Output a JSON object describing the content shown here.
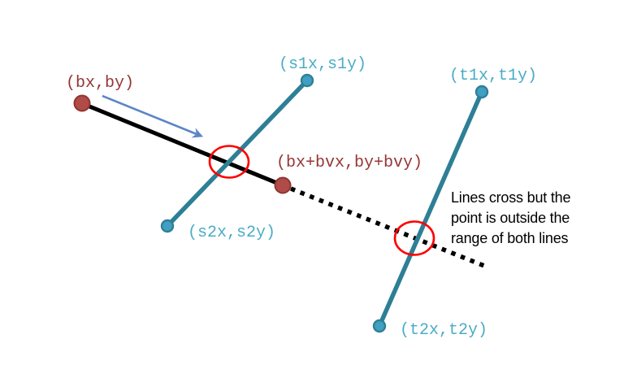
{
  "diagram": {
    "background_color": "#FFFFFF",
    "point_labels": {
      "b_start": "(bx,by)",
      "b_end": "(bx+bvx,by+bvy)",
      "s1": "(s1x,s1y)",
      "s2": "(s2x,s2y)",
      "t1": "(t1x,t1y)",
      "t2": "(t2x,t2y)"
    },
    "annotation": {
      "line1": "Lines cross but the",
      "line2": "point is outside the",
      "line3": "range of both lines"
    },
    "colors": {
      "segment_black": "#000000",
      "teal_line": "#2E7F96",
      "teal_endpoint_fill": "#3FA0C1",
      "teal_label": "#4BACC6",
      "dark_red_label": "#953735",
      "dark_red_point_fill": "#B04B47",
      "dark_red_point_stroke": "#8E3531",
      "arrow_blue": "#5B86C5",
      "highlight_circle_red": "#FF0000",
      "annotation_text": "#000000"
    }
  }
}
